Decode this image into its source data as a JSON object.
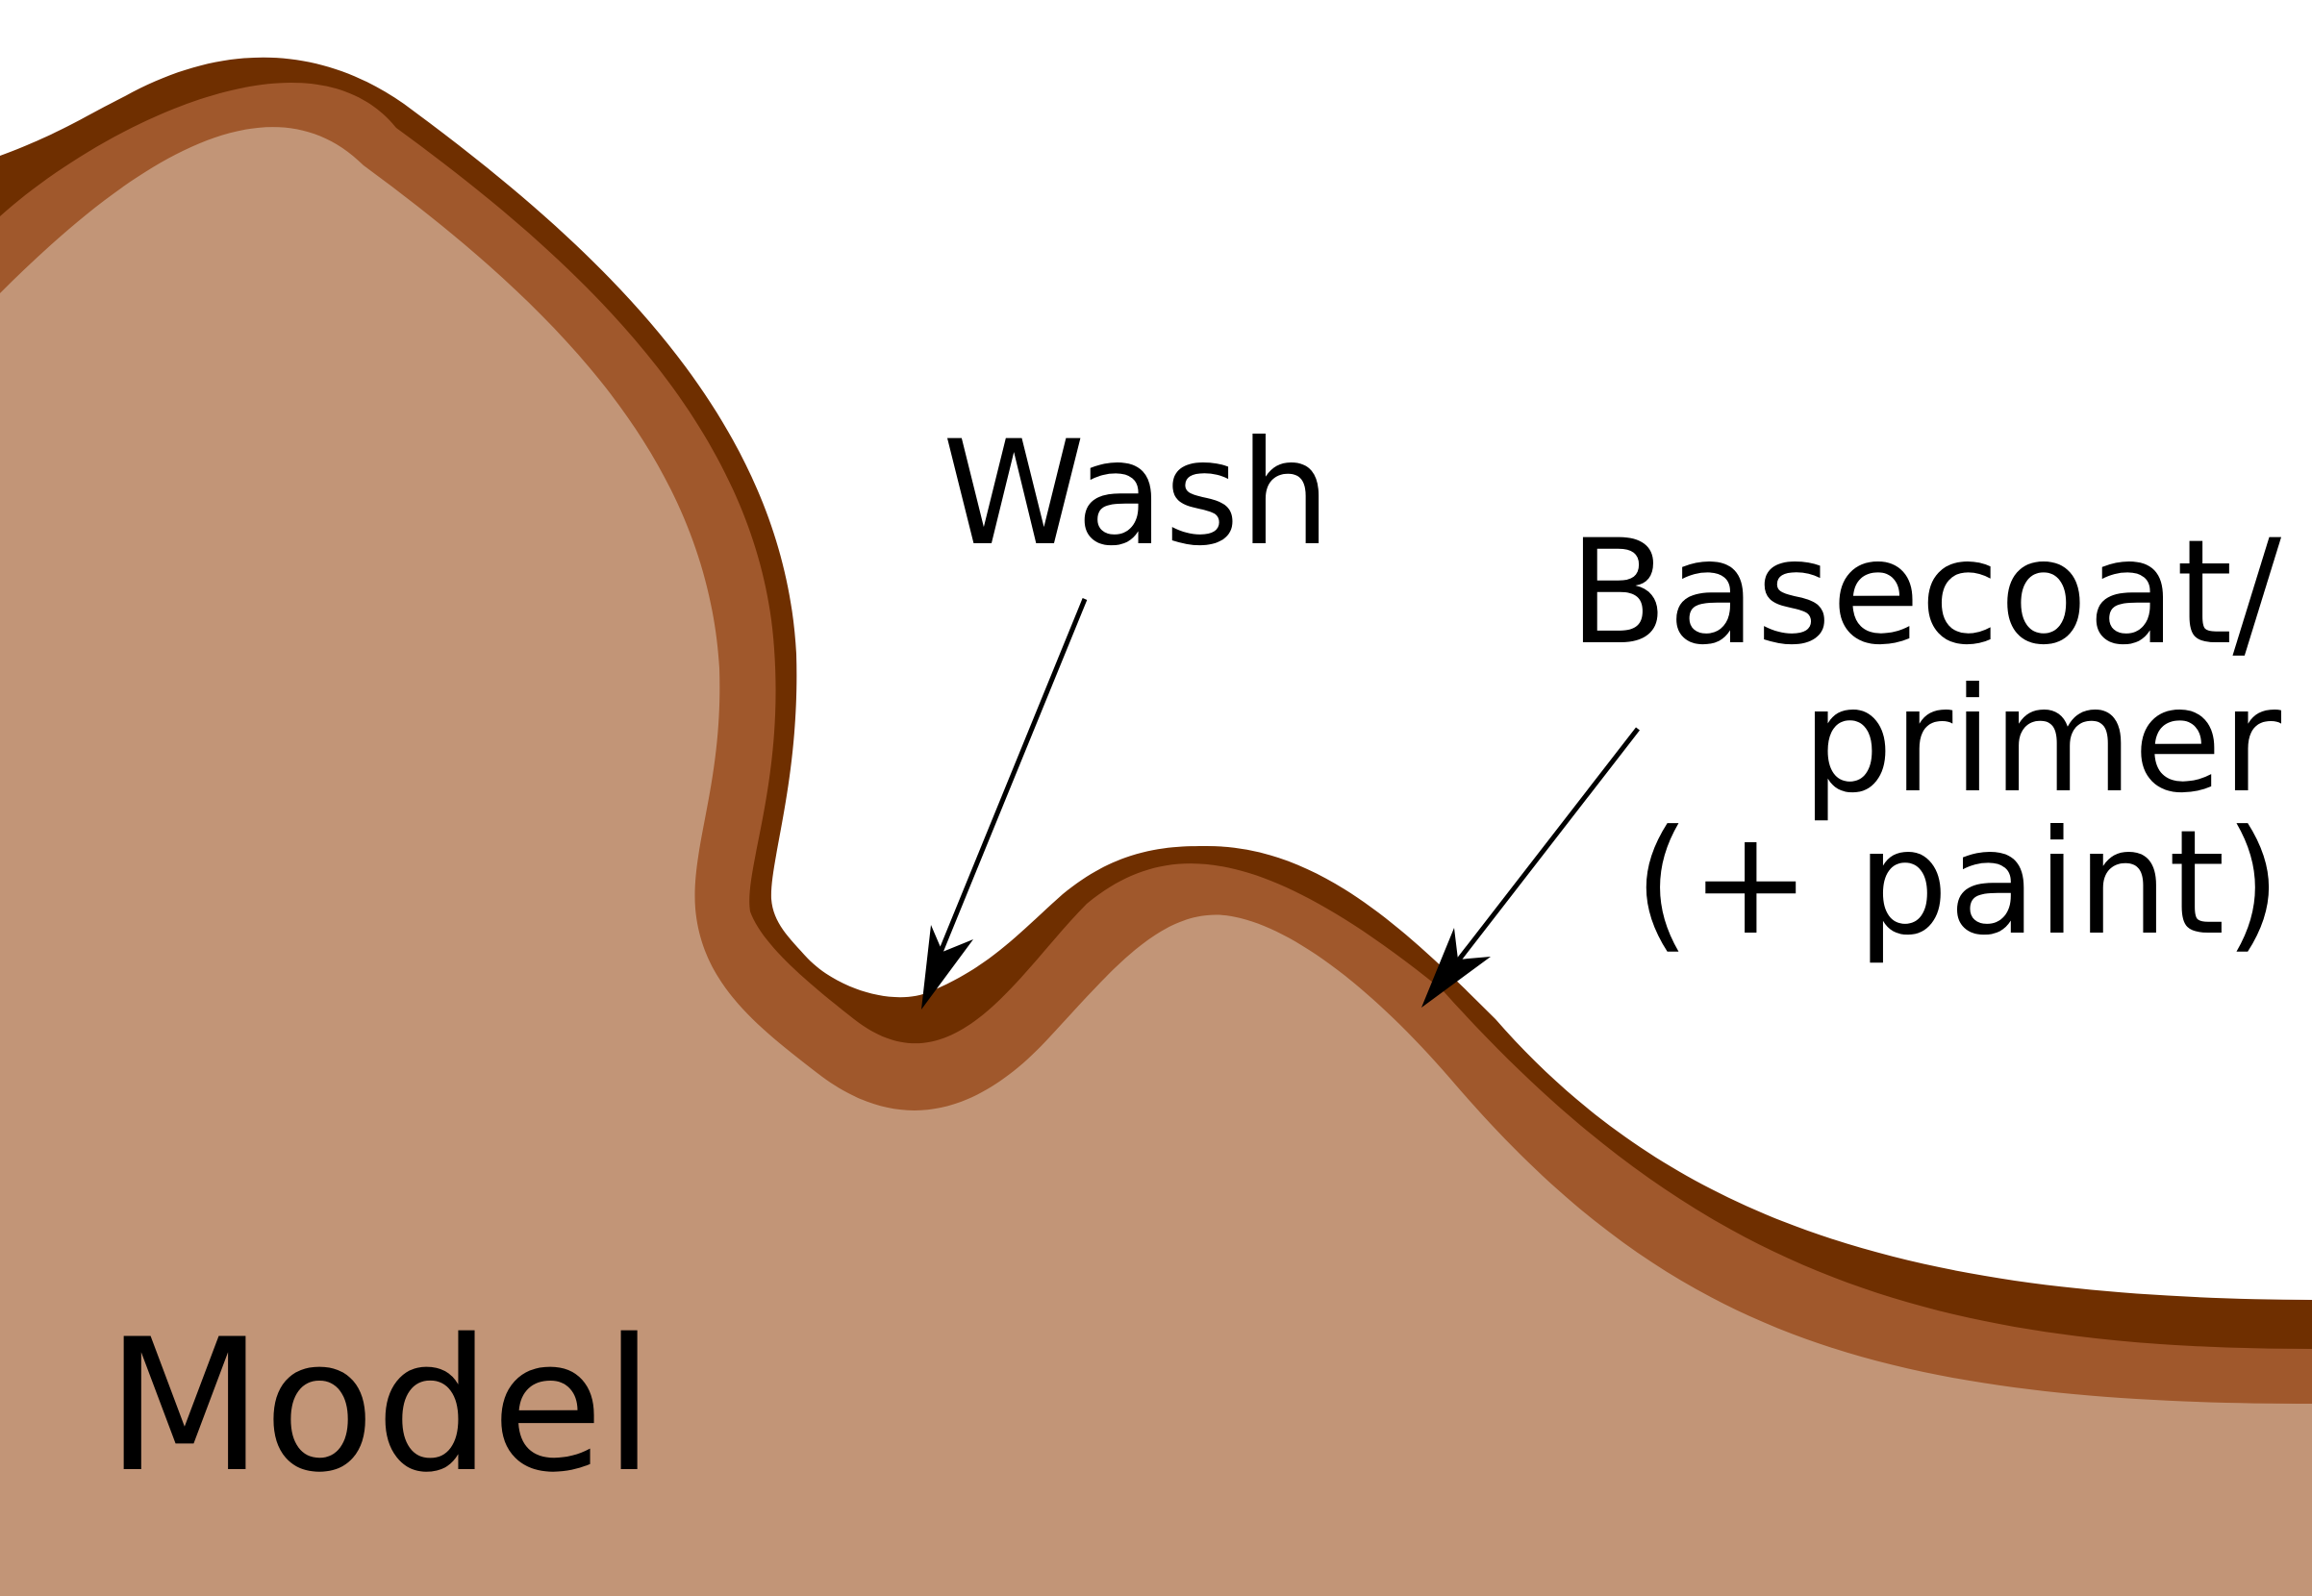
{
  "labels": {
    "wash": "Wash",
    "basecoat_line1": "Basecoat/",
    "basecoat_line2": "primer",
    "basecoat_line3": "(+ paint)",
    "model": "Model"
  },
  "colors": {
    "background": "#ffffff",
    "model": "#c29577",
    "basecoat": "#a0582c",
    "wash": "#6f2f00",
    "text": "#000000",
    "arrow": "#000000"
  }
}
